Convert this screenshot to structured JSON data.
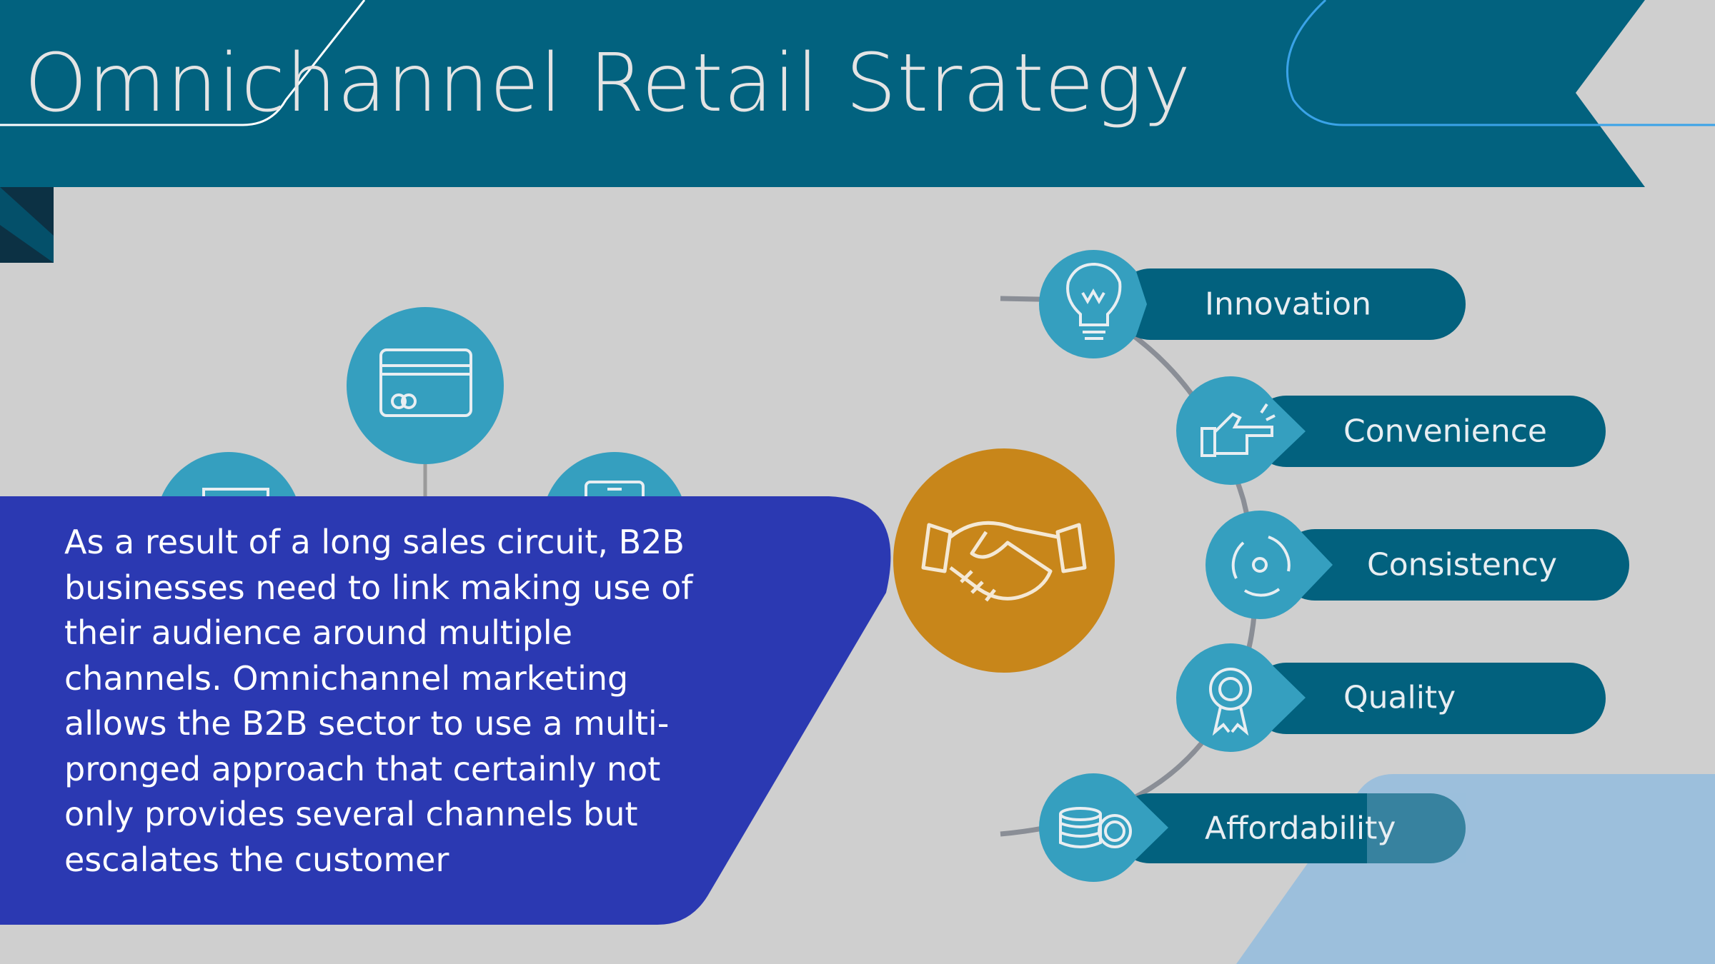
{
  "slide": {
    "title": "Omnichannel Retail Strategy",
    "body_text": "As a result of a long sales circuit, B2B businesses need to link making use of their audience around multiple channels. Omnichannel marketing allows the B2B sector to use a multi- pronged approach that certainly not only provides several channels but escalates the customer"
  },
  "pillars": [
    {
      "label": "Innovation",
      "icon": "lightbulb-icon"
    },
    {
      "label": "Convenience",
      "icon": "pointing-hand-icon"
    },
    {
      "label": "Consistency",
      "icon": "cycle-arrows-icon"
    },
    {
      "label": "Quality",
      "icon": "award-ribbon-icon"
    },
    {
      "label": "Affordability",
      "icon": "coins-icon"
    }
  ],
  "center_icon": "handshake-icon",
  "channel_icons": [
    "credit-card-icon",
    "mail-icon",
    "mobile-icon"
  ],
  "colors": {
    "banner": "#02627f",
    "pill_dark": "#02617e",
    "circle_light": "#359fbf",
    "orange": "#c8861a",
    "text_box": "#2b39b2",
    "background": "#cfcfcf",
    "light_blue_shape": "#9cbfdc"
  }
}
